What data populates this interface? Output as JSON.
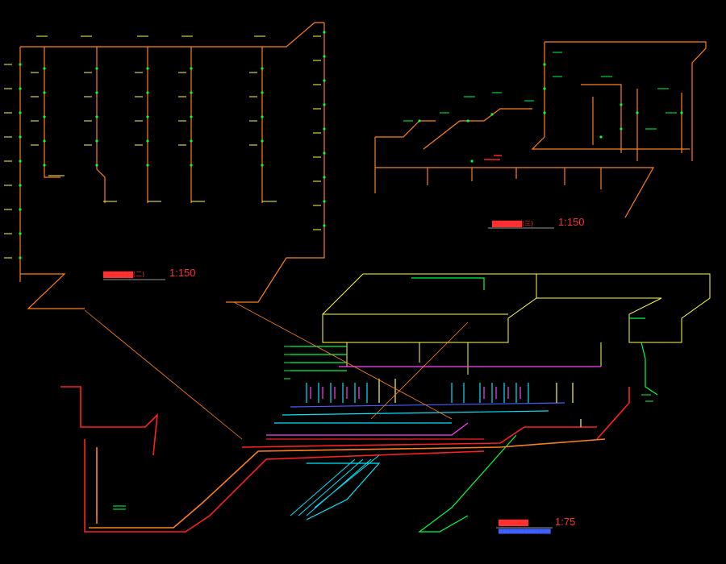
{
  "drawing": {
    "colors": {
      "background": "#000000",
      "pipe_orange": "#ff7f1a",
      "pipe_red": "#ff2020",
      "green": "#00ff40",
      "yellow": "#ffff40",
      "cyan": "#00e5ff",
      "magenta": "#ff40ff",
      "blue": "#4060ff",
      "title_red": "#ff3030",
      "title_underline": "#c8c8c8"
    },
    "views": [
      {
        "id": "view-left",
        "title_glyph": "▇▇▇▇▇▇(二)",
        "scale": "1:150"
      },
      {
        "id": "view-right",
        "title_glyph": "▇▇▇▇▇▇(三)",
        "scale": "1:150"
      },
      {
        "id": "view-bottom",
        "title_glyph": "▇▇▇▇▇▇",
        "scale": "1:75",
        "note_glyph": "▇▇▇▇▇▇▇▇▇▇▇▇▇▇"
      }
    ]
  }
}
